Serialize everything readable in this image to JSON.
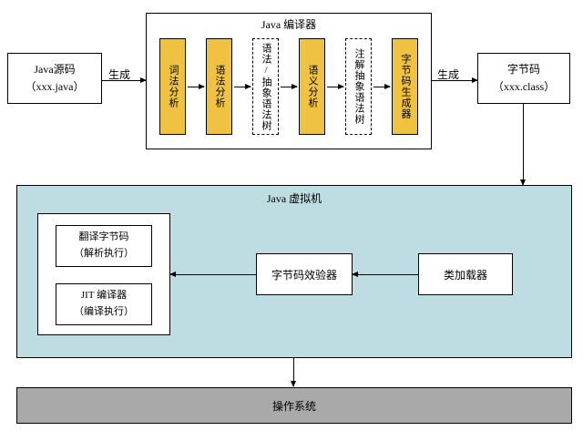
{
  "colors": {
    "stage_fill": "#F0C242",
    "jvm_fill": "#BEDDE2",
    "os_fill": "#A9A9A9"
  },
  "source_box": {
    "line1": "Java源码",
    "line2": "（xxx.java）"
  },
  "arrows": {
    "generate_left": "生成",
    "generate_right": "生成"
  },
  "compiler": {
    "title": "Java 编译器",
    "stages": [
      {
        "label": "词法分析",
        "style": "solid"
      },
      {
        "label": "语法分析",
        "style": "solid"
      },
      {
        "label": "语法/抽象语法树",
        "style": "dashed"
      },
      {
        "label": "语义分析",
        "style": "solid"
      },
      {
        "label": "注解抽象语法树",
        "style": "dashed"
      },
      {
        "label": "字节码生成器",
        "style": "solid"
      }
    ]
  },
  "bytecode_box": {
    "line1": "字节码",
    "line2": "（xxx.class）"
  },
  "jvm": {
    "title": "Java 虚拟机",
    "interpreter": {
      "line1": "翻译字节码",
      "line2": "（解析执行）"
    },
    "jit": {
      "line1": "JIT 编译器",
      "line2": "（编译执行）"
    },
    "verifier": "字节码效验器",
    "class_loader": "类加载器"
  },
  "os": {
    "label": "操作系统"
  }
}
